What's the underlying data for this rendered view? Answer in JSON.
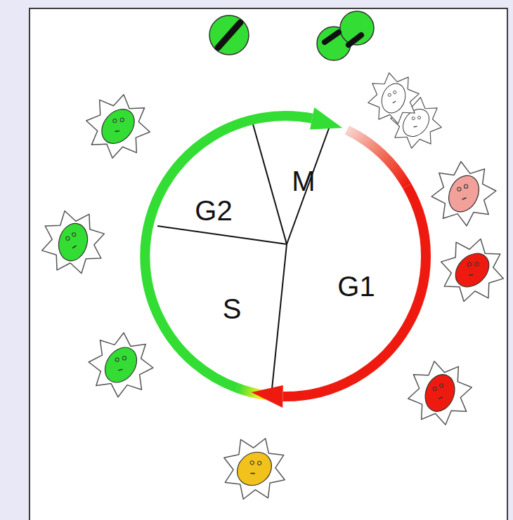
{
  "diagram": {
    "labels": [
      "M",
      "G2",
      "S",
      "G1"
    ]
  }
}
